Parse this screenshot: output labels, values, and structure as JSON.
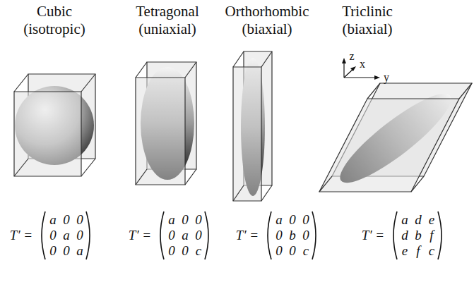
{
  "diagram": {
    "labels": [
      "Cubic",
      "(isotropic)",
      "Tetragonal",
      "(uniaxial)",
      "Orthorhombic",
      "(biaxial)",
      "Triclinic",
      "(biaxial)",
      "z",
      "x",
      "y",
      "T′ =",
      "a",
      "0",
      "0",
      "0",
      "a",
      "0",
      "0",
      "0",
      "a",
      "T′ =",
      "a",
      "0",
      "0",
      "0",
      "a",
      "0",
      "0",
      "0",
      "c",
      "T′ =",
      "a",
      "0",
      "0",
      "0",
      "b",
      "0",
      "0",
      "0",
      "c",
      "T′ =",
      "a",
      "d",
      "e",
      "d",
      "b",
      "f",
      "e",
      "f",
      "c"
    ]
  }
}
